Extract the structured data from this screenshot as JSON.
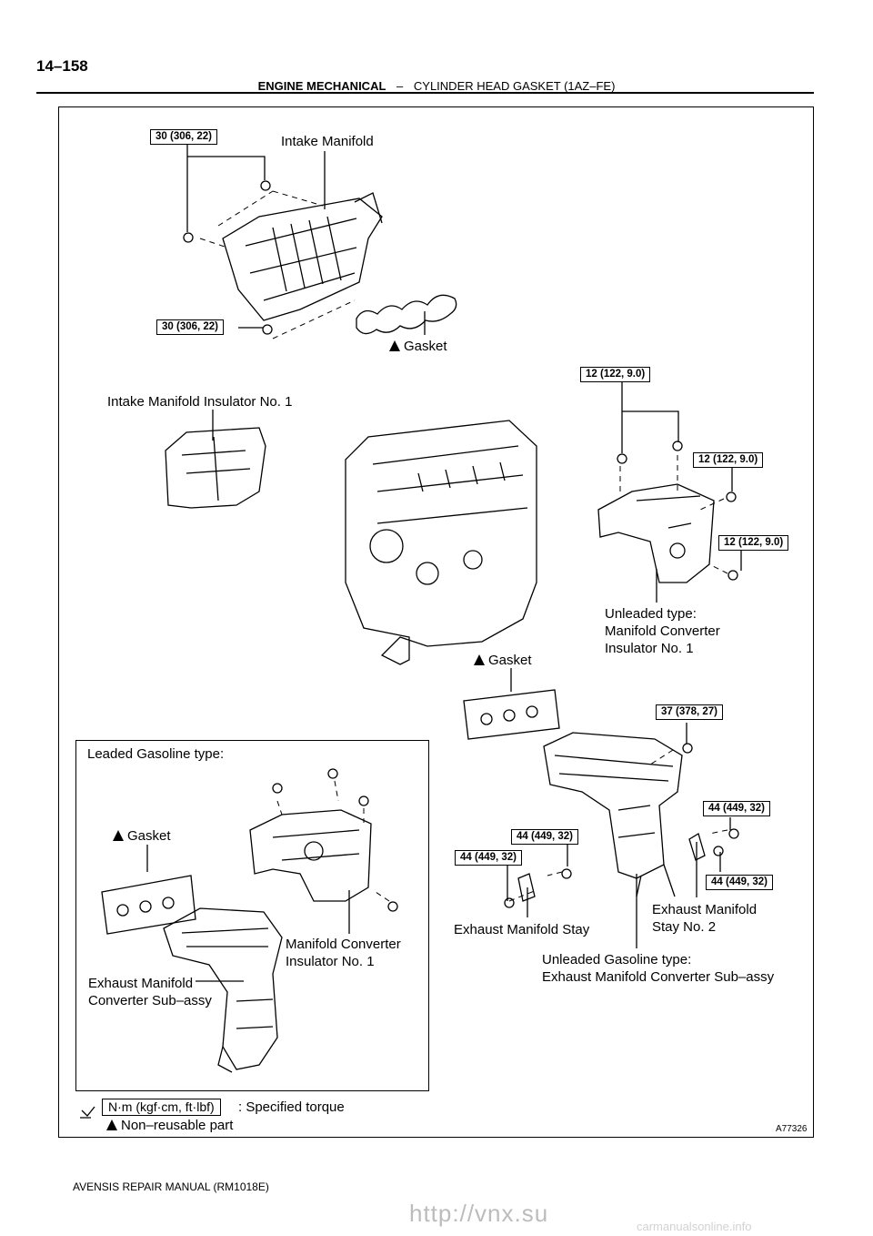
{
  "header": {
    "page_number": "14–158",
    "section": "ENGINE MECHANICAL",
    "separator": "–",
    "subtitle": "CYLINDER HEAD GASKET (1AZ–FE)"
  },
  "labels": {
    "intake_manifold": "Intake Manifold",
    "gasket_top": "Gasket",
    "intake_insulator": "Intake Manifold Insulator No. 1",
    "unleaded_insulator_1": "Unleaded type:",
    "unleaded_insulator_2": "Manifold Converter",
    "unleaded_insulator_3": "Insulator No. 1",
    "gasket_mid": "Gasket",
    "leaded_title": "Leaded Gasoline type:",
    "gasket_leaded": "Gasket",
    "manifold_conv_ins_1": "Manifold Converter",
    "manifold_conv_ins_2": "Insulator No. 1",
    "exh_conv_leaded_1": "Exhaust Manifold",
    "exh_conv_leaded_2": "Converter Sub–assy",
    "exh_stay": "Exhaust Manifold Stay",
    "exh_stay2_1": "Exhaust Manifold",
    "exh_stay2_2": "Stay No. 2",
    "unleaded_conv_1": "Unleaded Gasoline type:",
    "unleaded_conv_2": "Exhaust Manifold Converter Sub–assy"
  },
  "torques": {
    "t1": "30 (306, 22)",
    "t2": "30 (306, 22)",
    "t3": "12 (122, 9.0)",
    "t4": "12 (122, 9.0)",
    "t5": "12 (122, 9.0)",
    "t6": "37 (378, 27)",
    "t7": "44 (449, 32)",
    "t8": "44 (449, 32)",
    "t9": "44 (449, 32)",
    "t10": "44 (449, 32)"
  },
  "legend": {
    "unit": "N·m (kgf·cm, ft·lbf)",
    "specified": ": Specified torque",
    "nonreusable": "Non–reusable part"
  },
  "figure_code": "A77326",
  "footer": "AVENSIS REPAIR MANUAL   (RM1018E)",
  "watermark": "http://vnx.su",
  "watermark2": "carmanualsonline.info"
}
